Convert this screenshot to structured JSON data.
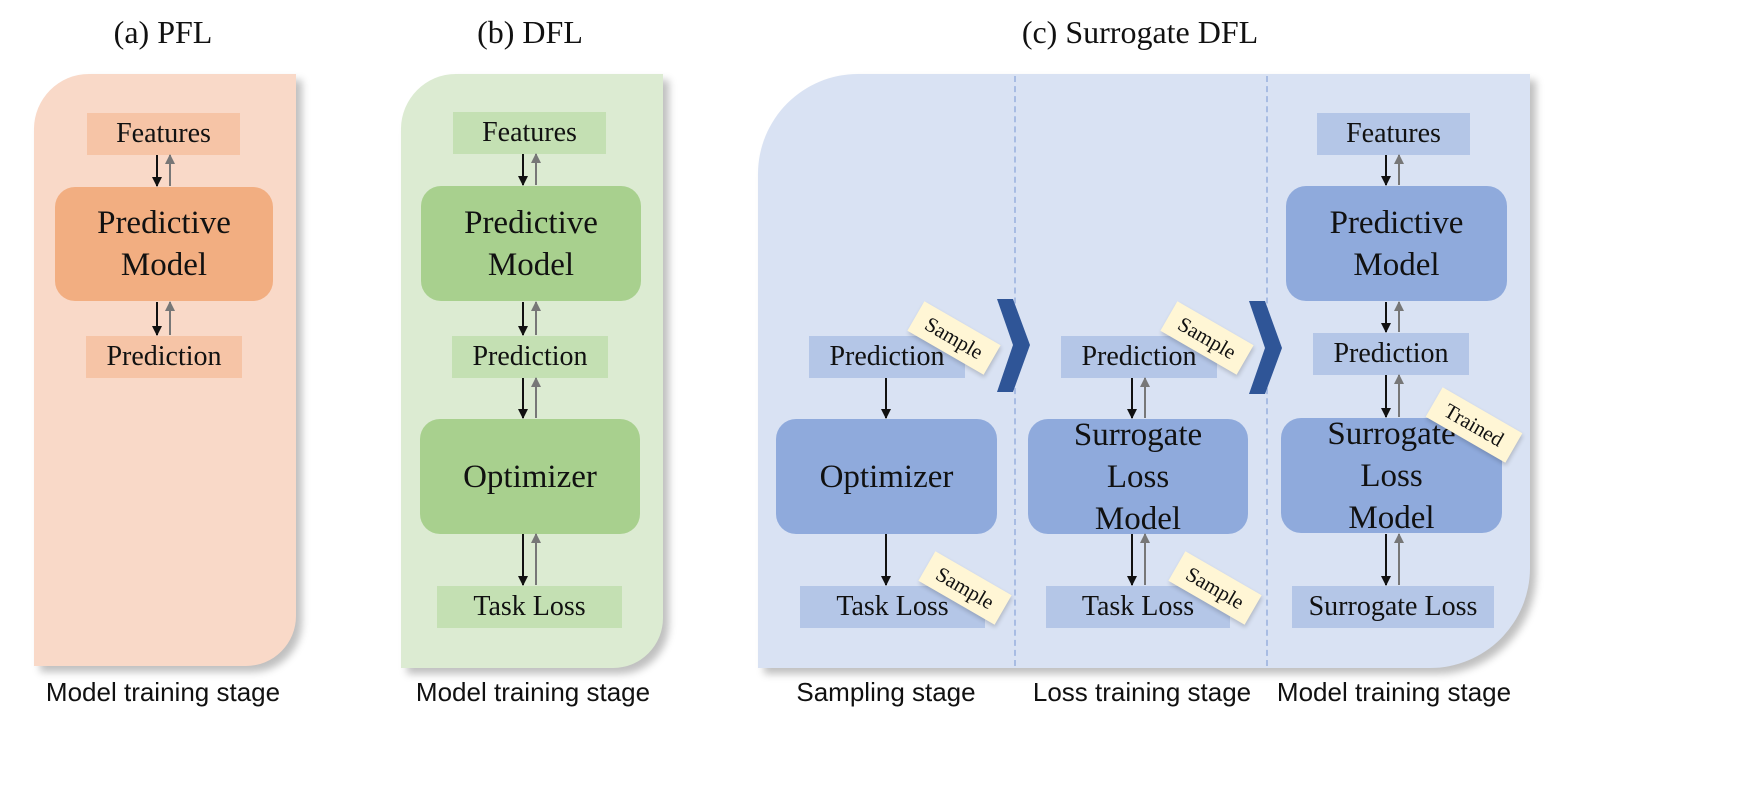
{
  "panels": {
    "a": {
      "title": "(a) PFL",
      "features": "Features",
      "model": "Predictive Model",
      "prediction": "Prediction",
      "stage": "Model training stage"
    },
    "b": {
      "title": "(b) DFL",
      "features": "Features",
      "model": "Predictive Model",
      "prediction": "Prediction",
      "optimizer": "Optimizer",
      "task_loss": "Task Loss",
      "stage": "Model training stage"
    },
    "c": {
      "title": "(c) Surrogate DFL",
      "sampling": {
        "prediction": "Prediction",
        "optimizer": "Optimizer",
        "task_loss": "Task Loss",
        "tag_prediction": "Sample",
        "tag_task_loss": "Sample",
        "stage": "Sampling stage"
      },
      "loss_training": {
        "prediction": "Prediction",
        "surrogate_model": "Surrogate Loss Model",
        "task_loss": "Task Loss",
        "tag_prediction": "Sample",
        "tag_task_loss": "Sample",
        "stage": "Loss training stage"
      },
      "model_training": {
        "features": "Features",
        "model": "Predictive Model",
        "prediction": "Prediction",
        "surrogate_model": "Surrogate Loss Model",
        "surrogate_loss": "Surrogate Loss",
        "tag_trained": "Trained",
        "stage": "Model training stage"
      }
    }
  },
  "colors": {
    "pfl_panel": "#f9d9c8",
    "pfl_small": "#f6c4a6",
    "pfl_big": "#f2ae81",
    "dfl_panel": "#dcebd2",
    "dfl_small": "#c4e0b3",
    "dfl_big": "#a8d08e",
    "sdfl_panel": "#d9e2f3",
    "sdfl_small": "#b4c6e7",
    "sdfl_big": "#8faadc",
    "chevron": "#2f5597",
    "tag": "#fff6d5"
  }
}
